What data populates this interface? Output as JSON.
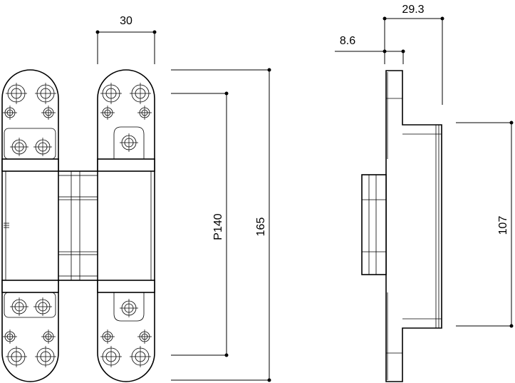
{
  "dimensions": {
    "plate_width": "30",
    "mount_depth": "8.6",
    "total_depth": "29.3",
    "hole_pitch": "P140",
    "total_height": "165",
    "body_height": "107"
  },
  "colors": {
    "line": "#000000",
    "background": "#ffffff"
  }
}
